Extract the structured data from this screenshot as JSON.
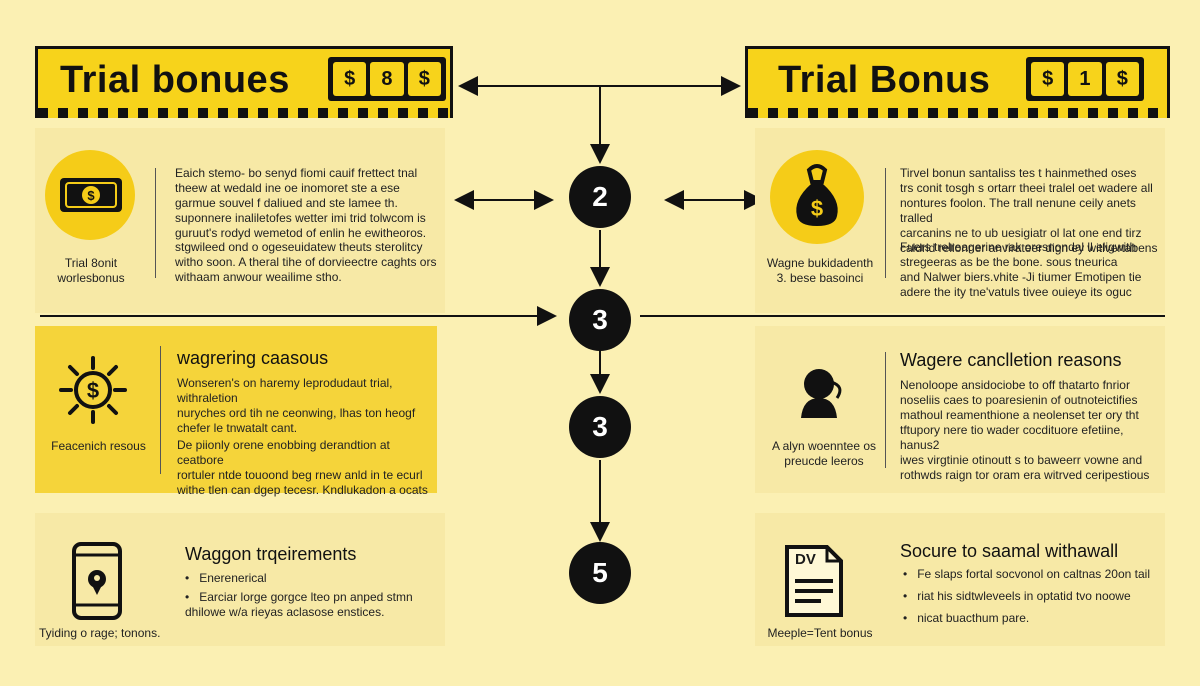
{
  "banners": {
    "left": {
      "title": "Trial bonues",
      "badge": [
        "$",
        "8",
        "$"
      ]
    },
    "right": {
      "title": "Trial Bonus",
      "badge": [
        "$",
        "1",
        "$"
      ]
    }
  },
  "nodes": [
    "2",
    "3",
    "3",
    "5"
  ],
  "panels": {
    "top_left": {
      "icon": "cash-icon",
      "caption": "Trial 8onit\nworlesbonus",
      "body": "Eaich stemo- bo senyd fiomi cauif frettect tnal\ntheew at wedald ine oe inomoret ste a ese\ngarmue souvel f daliued and ste lamee th.\nsuponnere inaliletofes wetter imi trid tolwcom is\nguruut's rodyd wemetod of enlin he ewitheoros.",
      "body2": "stgwileed ond o ogeseuidatew theuts sterolitcy\nwitho soon. A theral tihe of dorvieectre caghts ors\nwithaam anwour weailime stho."
    },
    "top_right": {
      "icon": "money-bag-icon",
      "caption": "Wagne bukidadenth\n3. bese basoinci",
      "body": "Tirvel bonun santaliss tes t hainmethed oses\ntrs conit tosgh s ortarr theei tralel oet wadere all\nnontures foolon. The trall nenune ceily anets tralled\ncarcanins ne to ub uesigiatr ol lat one end tirz\ncaldrid relionner anvirateer dign ey witlvertabens",
      "body2": "Fuers trelreagerine rak oresnondal ll eligwith\nstregeeras as be the bone. sous tneurica\nand Nalwer biers.vhite -Ji tiumer Emotipen tie\nadere the ity tne'vatuls tivee ouieye its oguc"
    },
    "mid_left": {
      "icon": "sun-dollar-icon",
      "caption": "Feacenich resous",
      "title": "wagrering caasous",
      "body": "Wonseren's on haremy leprodudaut trial, withraletion\nnuryches ord tih ne ceonwing, lhas ton heogf\nchefer le tnwatalt cant.",
      "body2": "De piionly orene enobbing derandtion at ceatbore\nrortuler ntde touoond beg rnew anld in te ecurl\nwithe tlen can dgep tecesr. Kndlukadon a ocats"
    },
    "mid_right": {
      "icon": "person-icon",
      "caption": "A alyn woenntee os\npreucde leeros",
      "title": "Wagere canclletion reasons",
      "body": "Nenoloope ansidociobe to off thatarto fnrior\nnoseliis caes to poaresienin of outnoteictifies\nmathoul reamenthione a neolenset ter ory tht\ntftupory nere tio wader cocdituore efetiine, hanus2\niwes virgtinie otinoutt s to baweerr vowne and\nrothwds raign tor oram era witrved ceripestious"
    },
    "bottom_left": {
      "icon": "phone-icon",
      "caption": "Tyiding o rage; tonons.",
      "title": "Waggon trqeirements",
      "bullets": [
        "Enerenerical",
        "Earciar lorge gorgce lteo pn anped stmn\ndhilowe w/a rieyas aclasose enstices."
      ]
    },
    "bottom_right": {
      "icon": "document-icon",
      "doc_label": "DV",
      "caption": "Meeple=Tent bonus",
      "title": "Socure to saamal withawall",
      "bullets": [
        "Fe slaps fortal socvonol on caltnas 20on tail",
        "riat his sidtwleveels in optatid tvo noowe",
        "nicat buacthum pare."
      ]
    }
  }
}
